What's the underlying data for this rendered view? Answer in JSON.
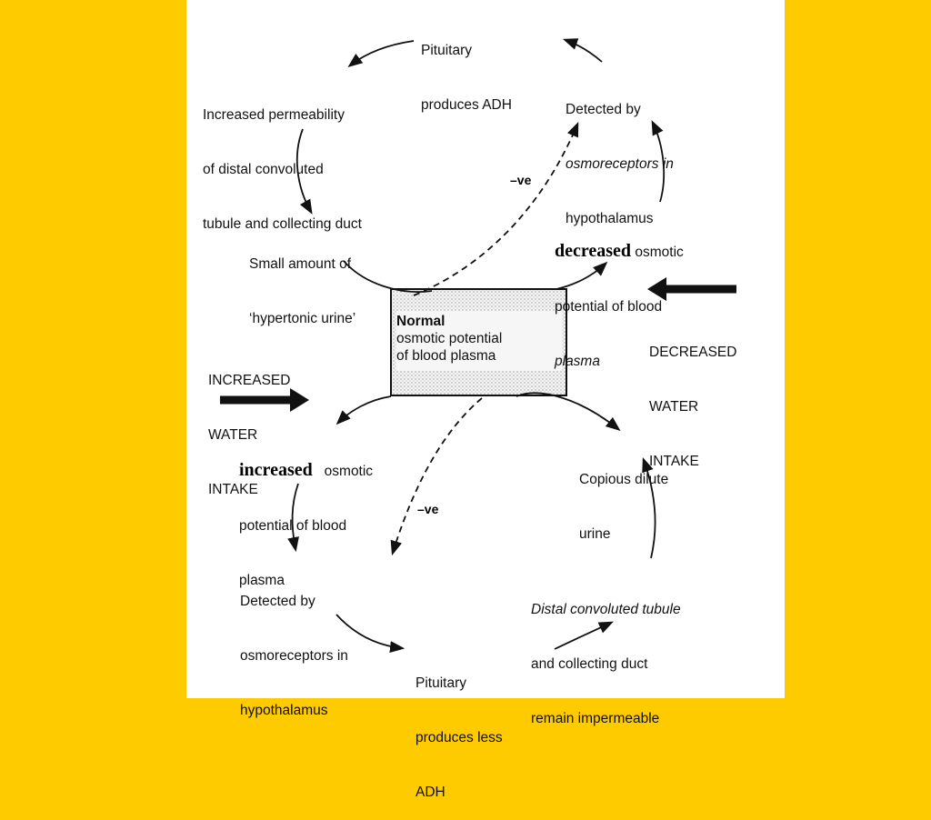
{
  "colors": {
    "background": "#fecb00",
    "slide": "#ffffff",
    "ink": "#111111"
  },
  "top_loop": {
    "pituitary": [
      "Pituitary",
      "produces ADH"
    ],
    "detected": [
      "Detected by",
      "osmoreceptors in",
      "hypothalamus"
    ],
    "permeability": [
      "Increased permeability",
      "of distal convoluted",
      "tubule and collecting duct"
    ],
    "small_urine": [
      "Small amount of",
      "‘hypertonic urine’"
    ],
    "decreased_word": "decreased",
    "decreased_rest": "osmotic",
    "decreased_lines": [
      "potential of blood",
      "plasma"
    ],
    "negative": "–ve"
  },
  "center_box": {
    "title": "Normal",
    "lines": [
      "osmotic potential",
      "of blood plasma"
    ]
  },
  "inputs": {
    "decreased_intake": [
      "DECREASED",
      "WATER",
      "INTAKE"
    ],
    "increased_intake": [
      "INCREASED",
      "WATER",
      "INTAKE"
    ]
  },
  "bottom_loop": {
    "increased_word": "increased",
    "increased_rest": "osmotic",
    "increased_lines": [
      "potential of blood",
      "plasma"
    ],
    "copious": [
      "Copious dilute",
      "urine"
    ],
    "detected": [
      "Detected by",
      "osmoreceptors in",
      "hypothalamus"
    ],
    "distal": [
      "Distal convoluted tubule",
      "and collecting duct",
      "remain impermeable"
    ],
    "pituitary": [
      "Pituitary",
      "produces less",
      "ADH"
    ],
    "negative": "–ve"
  }
}
